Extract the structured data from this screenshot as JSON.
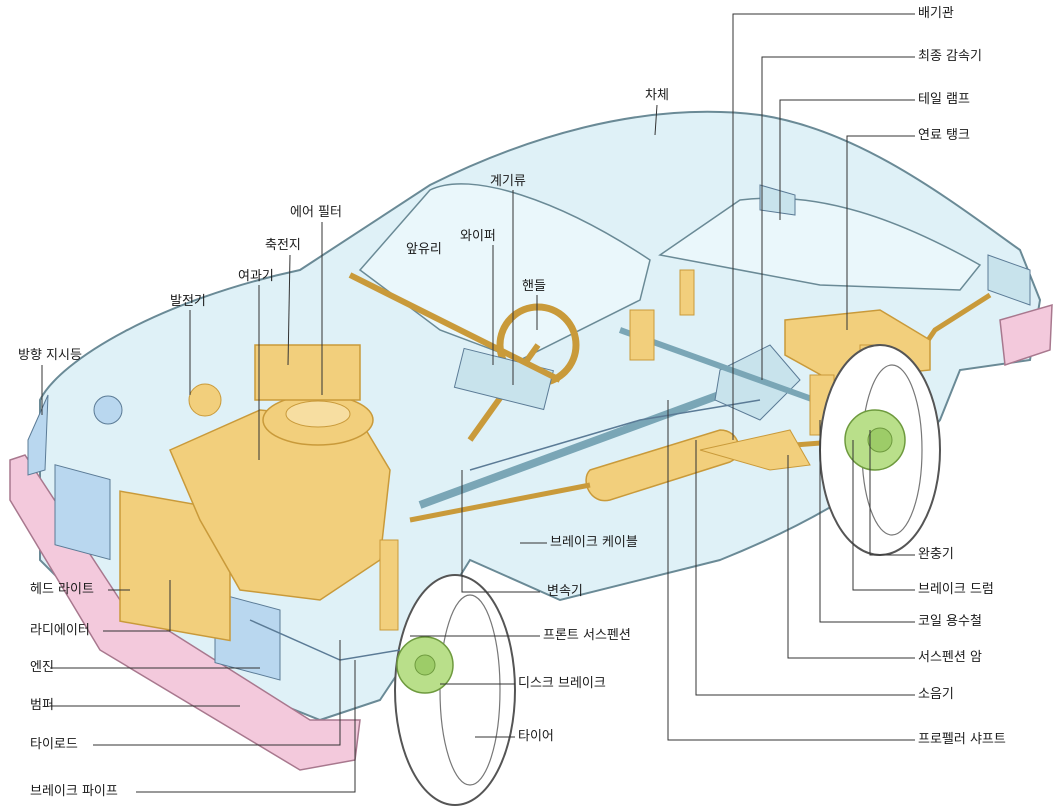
{
  "labels": {
    "exhaust_pipe": "배기관",
    "final_reduction_gear": "최종 감속기",
    "tail_lamp": "테일 램프",
    "fuel_tank": "연료 탱크",
    "body": "차체",
    "instrument_cluster": "계기류",
    "air_filter": "에어 필터",
    "wiper": "와이퍼",
    "windshield": "앞유리",
    "battery": "축전지",
    "steering_wheel": "핸들",
    "strainer": "여과기",
    "alternator": "발전기",
    "turn_signal": "방향 지시등",
    "brake_cable": "브레이크 케이블",
    "bumper_rubber": "완충기",
    "headlight": "헤드 라이트",
    "transmission": "변속기",
    "brake_drum": "브레이크 드럼",
    "radiator": "라디에이터",
    "front_suspension": "프론트 서스펜션",
    "coil_spring": "코일 용수철",
    "engine": "엔진",
    "suspension_arm": "서스펜션 암",
    "disc_brake": "디스크 브레이크",
    "bumper": "범퍼",
    "muffler": "소음기",
    "tie_rod": "타이로드",
    "tire": "타이어",
    "propeller_shaft": "프로펠러 샤프트",
    "brake_pipe": "브레이크 파이프"
  },
  "colors": {
    "body_fill": "#dff1f7",
    "body_stroke": "#6a8a96",
    "mechanical": "#f2cf7c",
    "mechanical_dark": "#c99a3a",
    "bumper": "#f3c9dc",
    "lamp": "#b9d7ef",
    "brake_green": "#b9df8a",
    "leader": "#333333"
  }
}
